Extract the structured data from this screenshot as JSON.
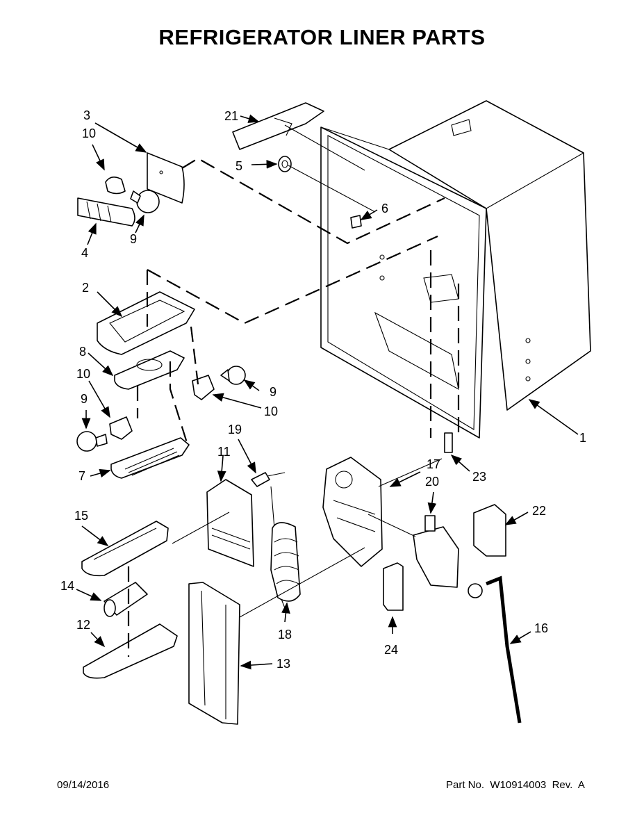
{
  "title": "REFRIGERATOR LINER PARTS",
  "footer": {
    "date": "09/14/2016",
    "part_number": "Part No.  W10914003  Rev.  A"
  },
  "callouts": [
    "1",
    "2",
    "3",
    "4",
    "5",
    "6",
    "7",
    "8",
    "9",
    "10",
    "11",
    "12",
    "13",
    "14",
    "15",
    "16",
    "17",
    "18",
    "19",
    "20",
    "21",
    "22",
    "23",
    "24"
  ],
  "callout_labels": {
    "c1": "1",
    "c2": "2",
    "c3": "3",
    "c4": "4",
    "c5": "5",
    "c6": "6",
    "c7": "7",
    "c8": "8",
    "c9a": "9",
    "c9b": "9",
    "c9c": "9",
    "c10a": "10",
    "c10b": "10",
    "c10c": "10",
    "c11": "11",
    "c12": "12",
    "c13": "13",
    "c14": "14",
    "c15": "15",
    "c16": "16",
    "c17": "17",
    "c18": "18",
    "c19": "19",
    "c20": "20",
    "c21": "21",
    "c22": "22",
    "c23": "23",
    "c24": "24"
  }
}
